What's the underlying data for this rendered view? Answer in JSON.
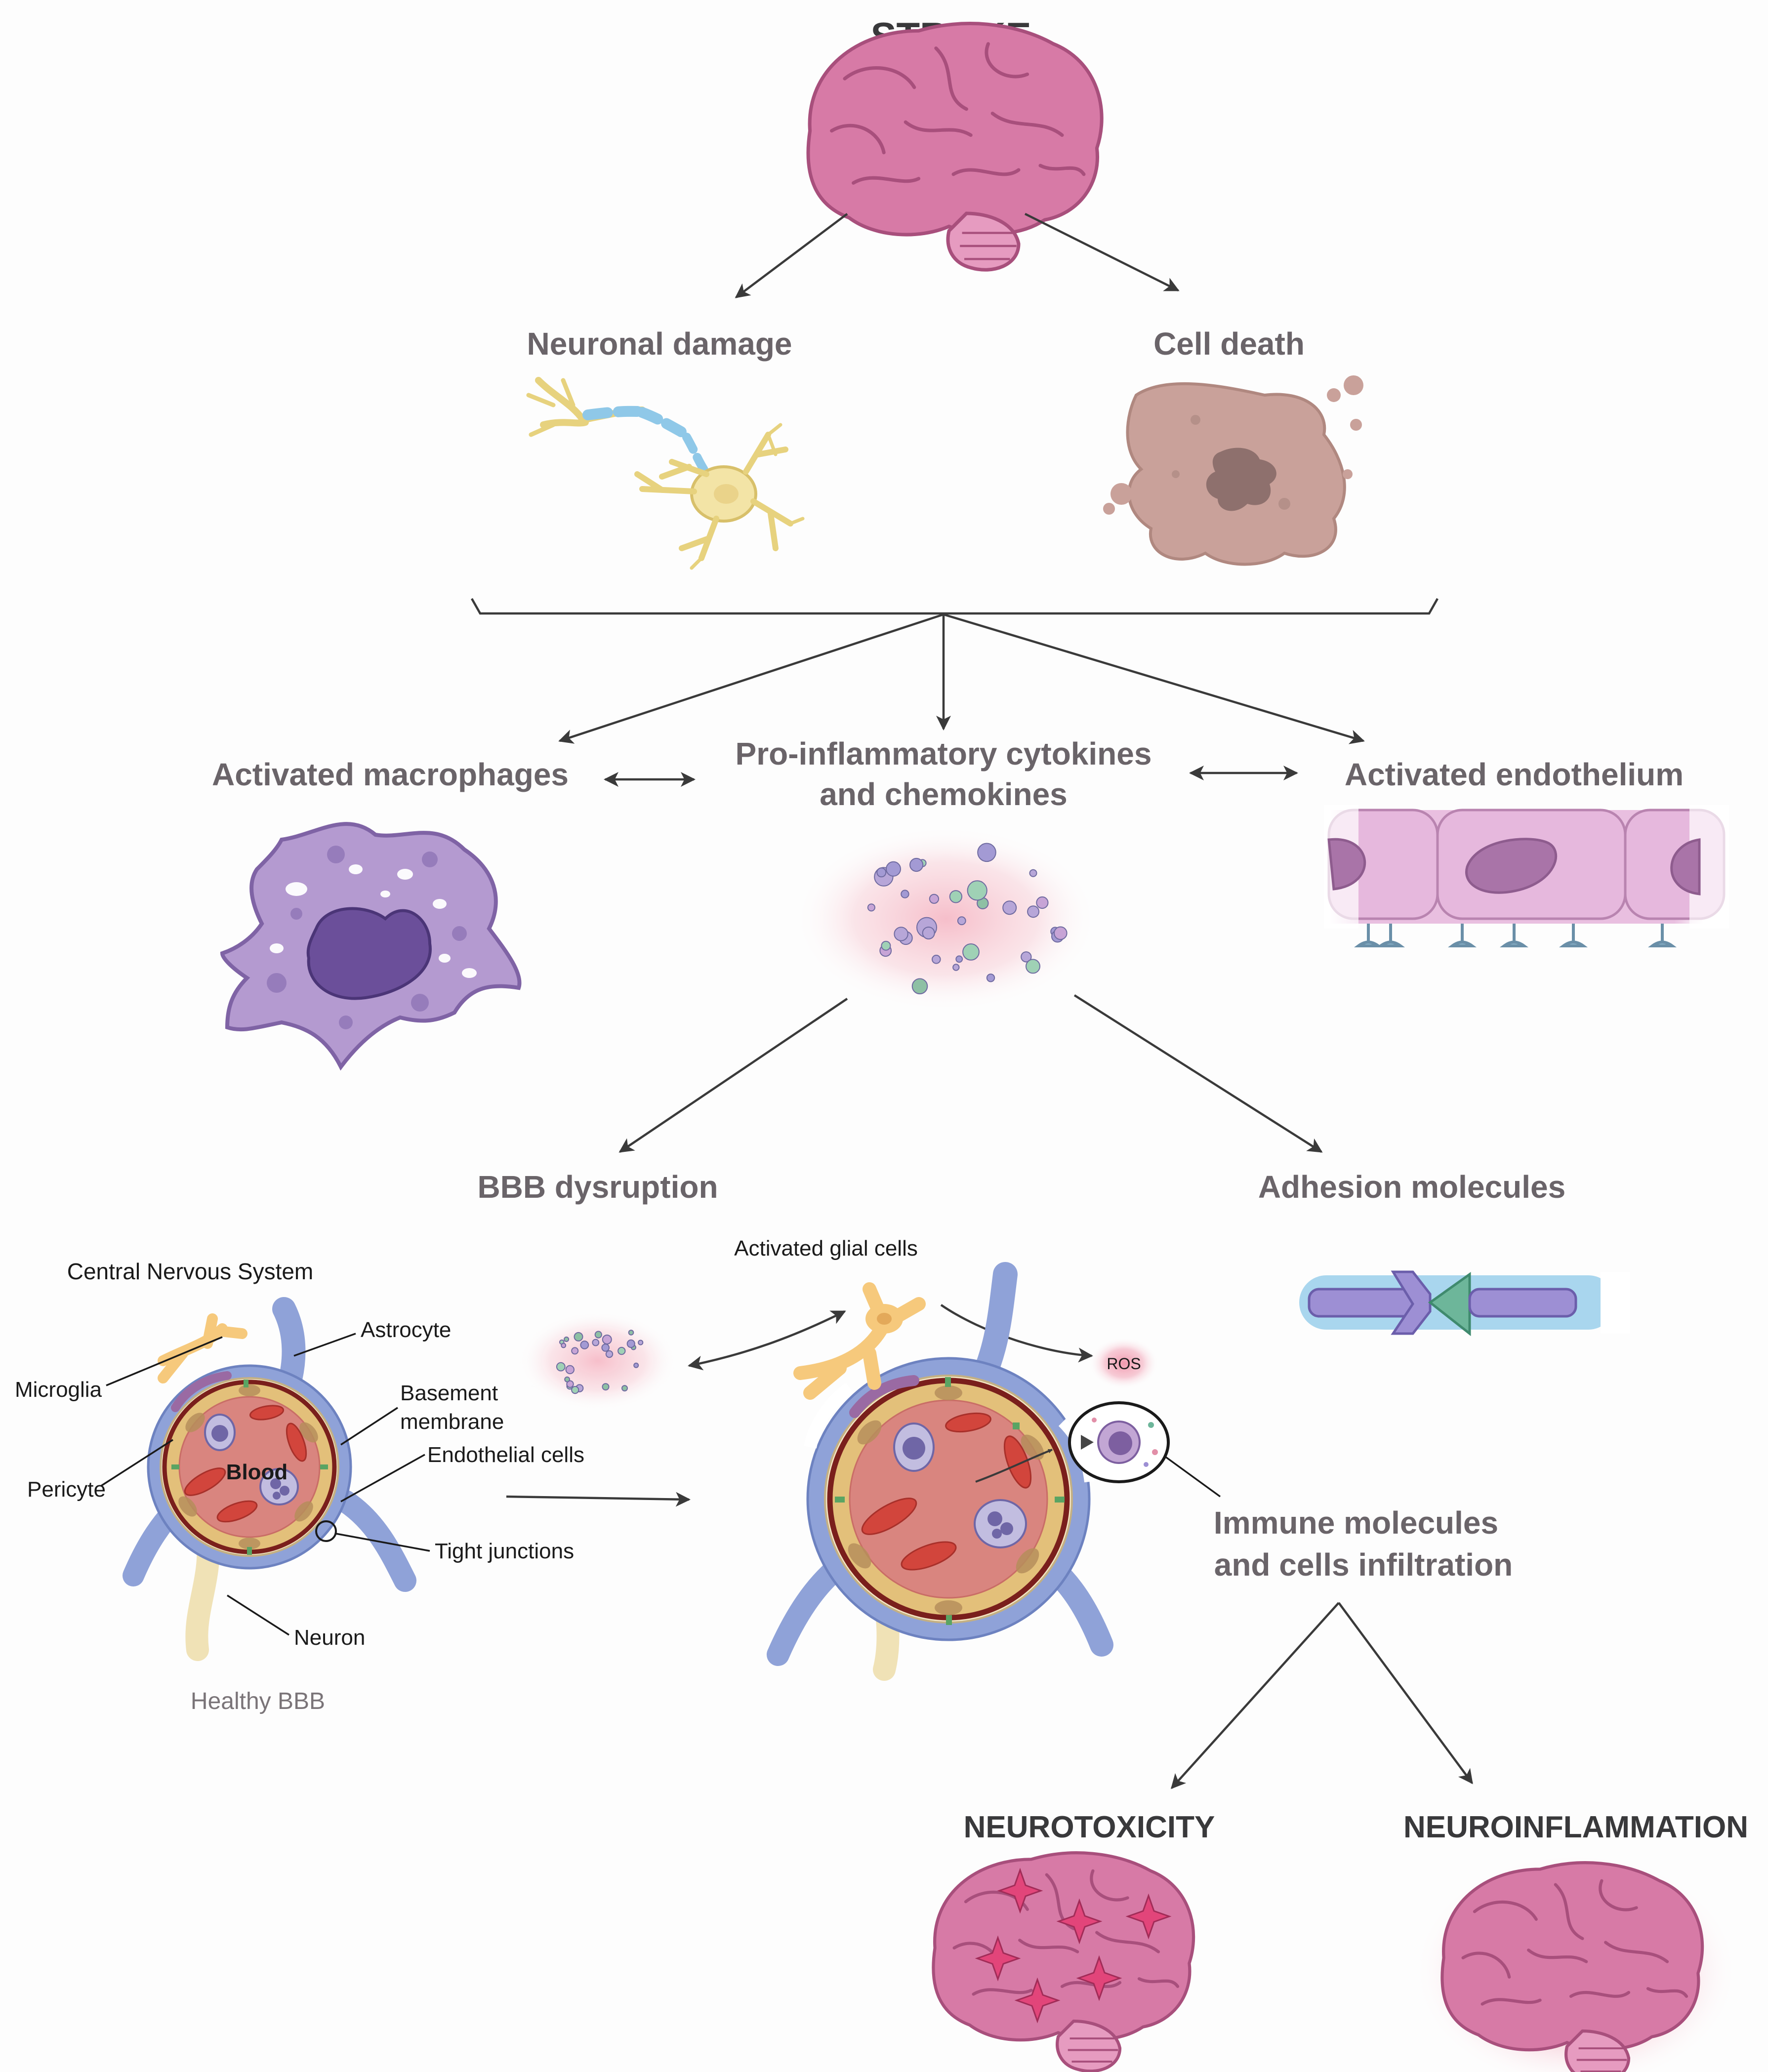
{
  "diagram": {
    "title": "STROKE",
    "level1": {
      "left": "Neuronal damage",
      "right": "Cell death"
    },
    "level2": {
      "left": "Activated macrophages",
      "center_line1": "Pro-inflammatory cytokines",
      "center_line2": "and chemokines",
      "right": "Activated endothelium"
    },
    "level3": {
      "left": "BBB dysruption",
      "right": "Adhesion molecules"
    },
    "healthy_bbb": {
      "heading": "Central Nervous System",
      "caption": "Healthy BBB",
      "blood": "Blood",
      "labels": {
        "microglia": "Microglia",
        "astrocyte": "Astrocyte",
        "pericyte": "Pericyte",
        "basement_line1": "Basement",
        "basement_line2": "membrane",
        "endothelial": "Endothelial cells",
        "tight_junctions": "Tight junctions",
        "neuron": "Neuron"
      }
    },
    "disrupted_bbb": {
      "glial": "Activated glial cells",
      "ros": "ROS",
      "infiltration_line1": "Immune molecules",
      "infiltration_line2": "and cells  infiltration"
    },
    "outcomes": {
      "left": "NEUROTOXICITY",
      "right": "NEUROINFLAMMATION"
    }
  },
  "colors": {
    "brain": "#d77aa6",
    "neuron": "#f3e4a6",
    "dead_cell": "#c9a19a",
    "macrophage": "#b49ad0",
    "endothelium": "#e6b8dd",
    "vessel_blue": "#8fa2d8",
    "blood": "#d9857f",
    "rbc": "#d2453c",
    "glia": "#f6c97c",
    "inflammation_glow": "#f0a4b4"
  }
}
